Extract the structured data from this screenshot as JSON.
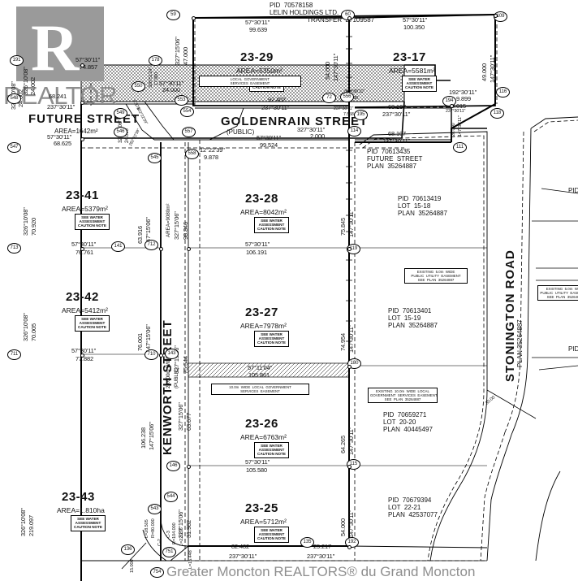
{
  "document": {
    "type": "cadastral-survey-plan",
    "watermark_logo_letter": "R",
    "watermark_word": "REALTOR",
    "watermark_registered": "®",
    "watermark_footer": "Greater Moncton REALTORS® du Grand Moncton"
  },
  "owner_header": {
    "pid_line": "PID  70578158",
    "name_line": "LELIN HOLDINGS LTD.",
    "transfer_line": "TRANSFER  27109587"
  },
  "streets": [
    {
      "name": "FUTURE  STREET",
      "sub": "AREA=1642m²",
      "type": "proposed"
    },
    {
      "name": "GOLDENRAIN  STREET",
      "sub": "(PUBLIC)",
      "type": "public"
    },
    {
      "name": "KENWORTH  STREET",
      "sub": "",
      "type": "public"
    },
    {
      "name": "STONINGTON  ROAD",
      "sub": "PLAN  35264887",
      "type": "public"
    }
  ],
  "lots": [
    {
      "id": "23-29",
      "area": "AREA=5350m²",
      "note": "SEE WATER\nASSESSMENT\nCAUTION NOTE"
    },
    {
      "id": "23-17",
      "area": "AREA=5581m²",
      "note": "SEE WATER\nASSESSMENT\nCAUTION NOTE"
    },
    {
      "id": "23-28",
      "area": "AREA=8042m²",
      "note": "SEE WATER\nASSESSMENT\nCAUTION NOTE"
    },
    {
      "id": "23-27",
      "area": "AREA=7978m²",
      "note": "SEE WATER\nASSESSMENT\nCAUTION NOTE"
    },
    {
      "id": "23-26",
      "area": "AREA=6763m²",
      "note": "SEE WATER\nASSESSMENT\nCAUTION NOTE"
    },
    {
      "id": "23-25",
      "area": "AREA=5712m²",
      "note": "SEE WATER\nASSESSMENT\nCAUTION NOTE"
    },
    {
      "id": "23-41",
      "area": "AREA=5379m²",
      "note": "SEE WATER\nASSESSMENT\nCAUTION NOTE"
    },
    {
      "id": "23-42",
      "area": "AREA=5412m²",
      "note": "SEE WATER\nASSESSMENT\nCAUTION NOTE"
    },
    {
      "id": "23-43",
      "area": "AREA=1.810ha",
      "note": "SEE WATER\nASSESSMENT\nCAUTION NOTE"
    }
  ],
  "parcel_refs": [
    {
      "pid": "PID  70613435",
      "lot": "FUTURE  STREET",
      "plan": "PLAN  35264887"
    },
    {
      "pid": "PID  70613419",
      "lot": "LOT  15-18",
      "plan": "PLAN  35264887"
    },
    {
      "pid": "PID  70613401",
      "lot": "LOT  15-19",
      "plan": "PLAN  35264887"
    },
    {
      "pid": "PID  70659271",
      "lot": "LOT  20-20",
      "plan": "PLAN  40445497"
    },
    {
      "pid": "PID  70679394",
      "lot": "LOT  22-21",
      "plan": "PLAN  42537077"
    }
  ],
  "easement_notes": [
    {
      "text": "LOCAL  GOVERNMENT\nSERVICES  EASEMENT"
    },
    {
      "text": "10.0m  WIDE  LOCAL  GOVERNMENT\nSERVICES  EASEMENT"
    },
    {
      "text": "EXISTING  5.0m  WIDE\nPUBLIC  UTILITY  EASEMENT\nSEE  PLAN  35264887"
    },
    {
      "text": "EXISTING  10.0m  WIDE  LOCAL\nGOVERNMENT  SERVICES  EASEMENT\nSEE  PLAN  35264887"
    },
    {
      "text": "EXISTING  5.0m  WIDE\nPUBLIC  UTILITY  EASEMENT\nSEE  PLAN  35264887"
    }
  ],
  "dimensions": {
    "top_row": [
      {
        "bearing": "57°30'11\"",
        "distance": "99.639"
      },
      {
        "bearing": "57°30'11\"",
        "distance": "100.350"
      },
      {
        "bearing": "57°30'11\"",
        "distance": "74.857"
      }
    ],
    "future_street": [
      {
        "bearing": "237°30'11\"",
        "distance": "68.241"
      },
      {
        "bearing": "57°30'11\"",
        "distance": "68.625"
      },
      {
        "bearing": "326°10'08\"",
        "distance": "24.002"
      },
      {
        "bearing": "326°10'08\"",
        "distance": "24.002"
      },
      {
        "bearing": "57°30'11\"",
        "distance": "24.000"
      },
      {
        "bearing": "326°51'24\"",
        "distance": "17.000"
      },
      {
        "bearing": "327°15'06\"",
        "distance": "24.000"
      },
      {
        "bearing": "102°22'39\"",
        "distance": "9.878"
      },
      {
        "bearing": "282°22'39\"",
        "distance": "9.878"
      }
    ],
    "goldenrain": [
      {
        "bearing": "237°30'11\"",
        "distance": "92.402"
      },
      {
        "bearing": "327°30'11\"",
        "distance": "2.000"
      },
      {
        "bearing": "237°30'11\"",
        "distance": "7.558"
      },
      {
        "bearing": "327°30'11\"",
        "distance": "2.000"
      },
      {
        "bearing": "237°30'11\"",
        "distance": "68.107"
      },
      {
        "bearing": "57°30'11\"",
        "distance": "99.524"
      },
      {
        "bearing": "12°22'39\"",
        "distance": "9.878"
      },
      {
        "bearing": "237°30'11\"",
        "distance": "68.107"
      }
    ],
    "right_col": [
      {
        "bearing": "327°15'06\"",
        "distance": "47.000"
      },
      {
        "bearing": "147°30'11\"",
        "distance": "54.000"
      },
      {
        "bearing": "147°30'11\"",
        "distance": "49.000"
      },
      {
        "bearing": "192°30'11\"",
        "distance": "9.899"
      },
      {
        "bearing": "237°30'11\"",
        "distance": "18.015"
      },
      {
        "bearing": "147°30'11\"",
        "distance": "20.000"
      },
      {
        "bearing": "147°30'11\"",
        "distance": "75.845"
      },
      {
        "bearing": "147°30'11\"",
        "distance": "74.954"
      },
      {
        "bearing": "147°30'11\"",
        "distance": "64.265"
      },
      {
        "bearing": "147°30'11\"",
        "distance": "54.000"
      }
    ],
    "middle_col": [
      {
        "bearing": "147°15'06\"",
        "distance": "63.916"
      },
      {
        "bearing": "327°15'06\"",
        "distance": "98.846"
      },
      {
        "bearing": "AREA=9080m²",
        "distance": ""
      },
      {
        "bearing": "147°15'06\"",
        "distance": "76.001"
      },
      {
        "bearing": "327°15'06\"",
        "distance": "75.544"
      },
      {
        "bearing": "327°15'06\"",
        "distance": "63.677"
      },
      {
        "bearing": "147°15'06\"",
        "distance": "106.238"
      },
      {
        "bearing": "327°15'06\"",
        "distance": "31.982"
      },
      {
        "bearing": "24.000m  WIDE",
        "distance": "(PUBLIC)"
      }
    ],
    "lot_splits": [
      {
        "bearing": "57°30'11\"",
        "distance": "106.191"
      },
      {
        "bearing": "57°11'04\"",
        "distance": "105.861"
      },
      {
        "bearing": "57°30'11\"",
        "distance": "105.580"
      },
      {
        "bearing": "237°30'11\"",
        "distance": "82.482"
      },
      {
        "bearing": "237°30'11\"",
        "distance": "25.217"
      },
      {
        "bearing": "57°30'11\"",
        "distance": "76.761"
      },
      {
        "bearing": "57°30'11\"",
        "distance": "77.882"
      }
    ],
    "left_col": [
      {
        "bearing": "326°10'08\"",
        "distance": "70.920"
      },
      {
        "bearing": "326°10'08\"",
        "distance": "70.005"
      },
      {
        "bearing": "326°10'08\"",
        "distance": "219.097"
      }
    ],
    "curves": [
      {
        "label": "C-2",
        "radius": "R=80.000",
        "length": "L=28.505"
      },
      {
        "label": "C-3",
        "radius": "R=104.000",
        "length": "L=22.176"
      },
      {
        "label": "C-4",
        "radius": "",
        "length": "L=15.448"
      },
      {
        "label": "30.00",
        "radius": "",
        "length": ""
      },
      {
        "label": "",
        "radius": "",
        "length": "15.000"
      }
    ]
  },
  "nodes": [
    "191",
    "548",
    "547",
    "713",
    "711",
    "550",
    "178",
    "549",
    "546",
    "545",
    "553",
    "554",
    "557",
    "558",
    "59",
    "60",
    "72",
    "556",
    "195",
    "194",
    "109",
    "116",
    "118",
    "114",
    "111",
    "119",
    "141",
    "712",
    "710",
    "180",
    "115",
    "143",
    "146",
    "544",
    "543",
    "751",
    "754",
    "136",
    "135",
    "192",
    "710"
  ]
}
